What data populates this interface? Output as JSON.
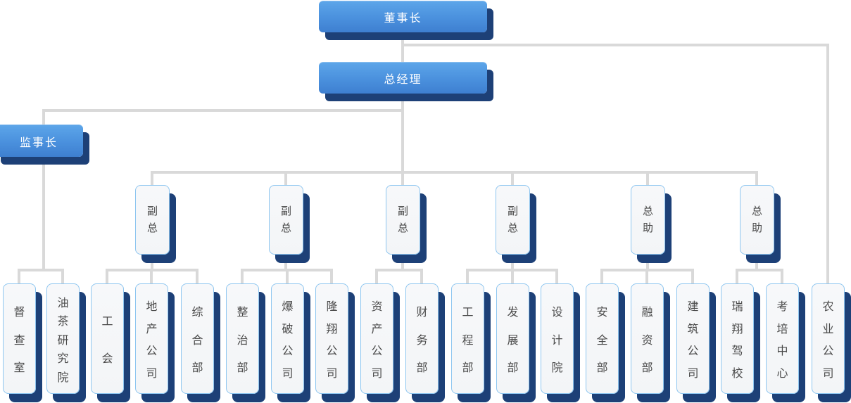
{
  "colors": {
    "node_blue_gradient_top": "#5ca5e9",
    "node_blue_gradient_mid": "#4a90dd",
    "node_blue_gradient_bottom": "#3e7fd0",
    "node_blue_text": "#ffffff",
    "shadow_navy": "#1d4077",
    "light_node_fill": "#f3f5f7",
    "light_node_border": "#8ec6f0",
    "light_node_text": "#4a4a4a",
    "connector_gray": "#d9d9d9",
    "background": "#ffffff"
  },
  "org": {
    "chairman": {
      "label": "董事长",
      "direct_children": [
        "农业公司"
      ]
    },
    "general_manager": {
      "label": "总经理"
    },
    "supervisor": {
      "label": "监事长",
      "children": [
        "督查室",
        "油茶研究院"
      ]
    },
    "executives": [
      {
        "label": "副总",
        "children": [
          "工会",
          "地产公司",
          "综合部"
        ]
      },
      {
        "label": "副总",
        "children": [
          "整治部",
          "爆破公司",
          "隆翔公司"
        ]
      },
      {
        "label": "副总",
        "children": [
          "资产公司",
          "财务部"
        ]
      },
      {
        "label": "副总",
        "children": [
          "工程部",
          "发展部",
          "设计院"
        ]
      },
      {
        "label": "总助",
        "children": [
          "安全部",
          "融资部",
          "建筑公司"
        ]
      },
      {
        "label": "总助",
        "children": [
          "瑞翔驾校",
          "考培中心"
        ]
      }
    ]
  }
}
